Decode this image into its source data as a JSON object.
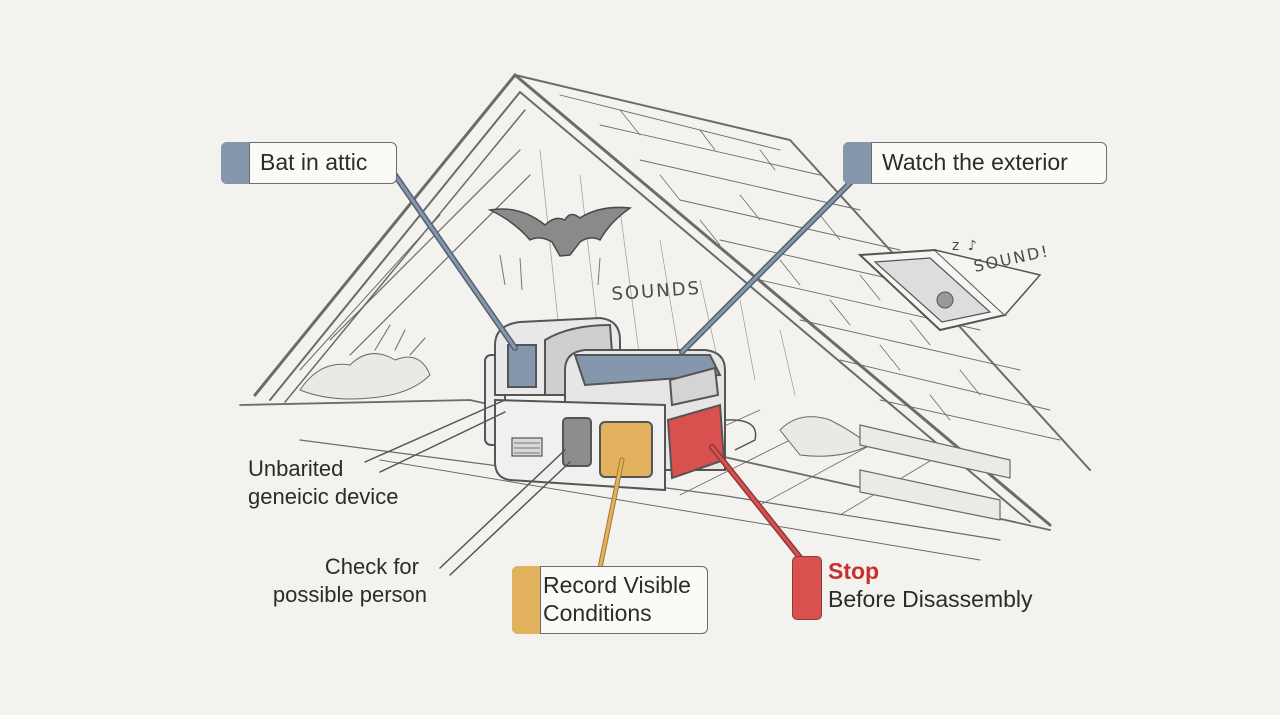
{
  "labels": {
    "bat_in_attic": "Bat in attic",
    "watch_exterior": "Watch the exterior",
    "unbarited_line1": "Unbarited",
    "unbarited_line2": "geneicic device",
    "check_line1": "Check for",
    "check_line2": "possible person",
    "record_line1": "Record Visible",
    "record_line2": "Conditions",
    "stop_title": "Stop",
    "stop_sub": "Before Disassembly"
  },
  "sketch_text": {
    "sounds": "SOUNDS",
    "sound_exclaim": "SOUND!",
    "z_marks": "z ♪"
  },
  "colors": {
    "blue": "#8497ad",
    "yellow": "#e3b25e",
    "red": "#d9514f",
    "gray": "#8d8d8d",
    "red_text": "#c8302d",
    "background": "#f3f2ee"
  },
  "icons": {
    "bat": "bat-icon",
    "vent": "roof-vent-icon"
  }
}
